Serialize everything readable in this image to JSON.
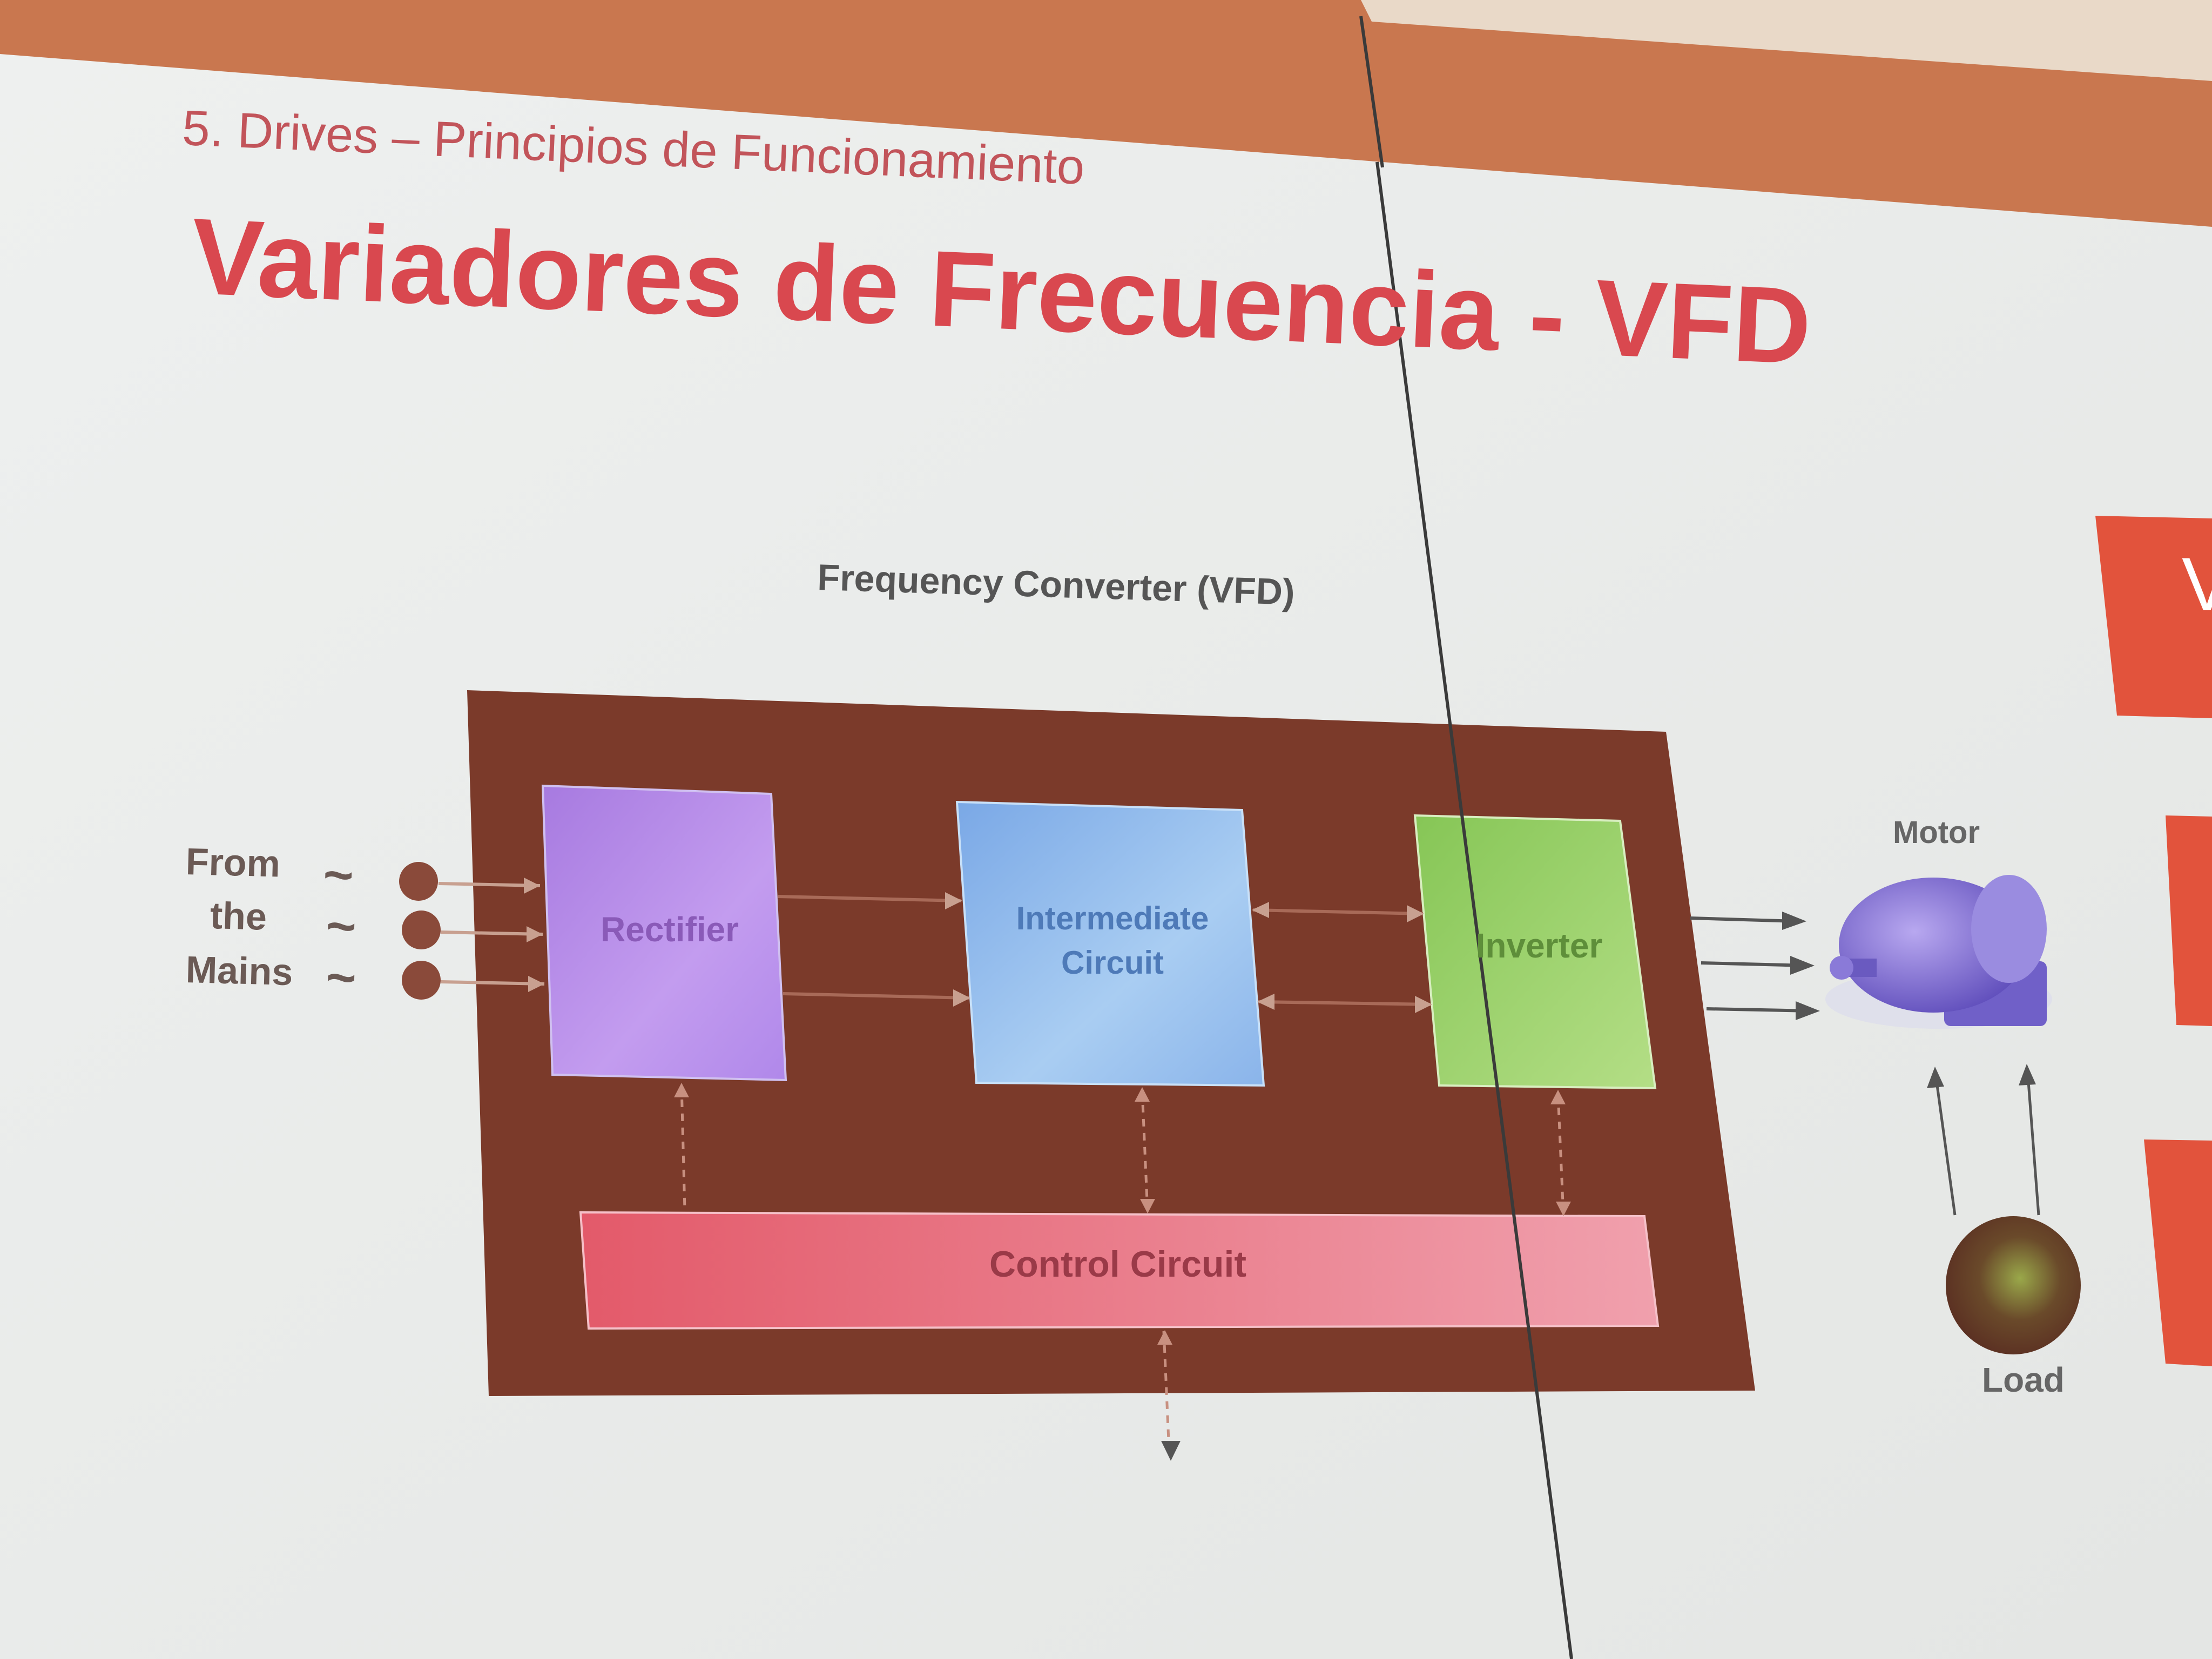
{
  "slide": {
    "subtitle": "5. Drives – Principios de Funcionamiento",
    "title": "Variadores de Frecuencia - VFD"
  },
  "diagram": {
    "title": "Frequency Converter (VFD)",
    "input": {
      "lines": [
        "From",
        "the",
        "Mains"
      ],
      "symbol": "~"
    },
    "blocks": {
      "rectifier": "Rectifier",
      "intermediate": [
        "Intermediate",
        "Circuit"
      ],
      "inverter": "Inverter",
      "control": "Control Circuit"
    },
    "motor": "Motor",
    "load": "Load"
  },
  "colors": {
    "accent": "#d9484f",
    "converter_box": "#7b3a2a",
    "rectifier": "#b48ae6",
    "intermediate": "#8fb8ea",
    "inverter": "#9cd06a",
    "control": "#e36a78",
    "side_tabs": "#e2533c"
  }
}
